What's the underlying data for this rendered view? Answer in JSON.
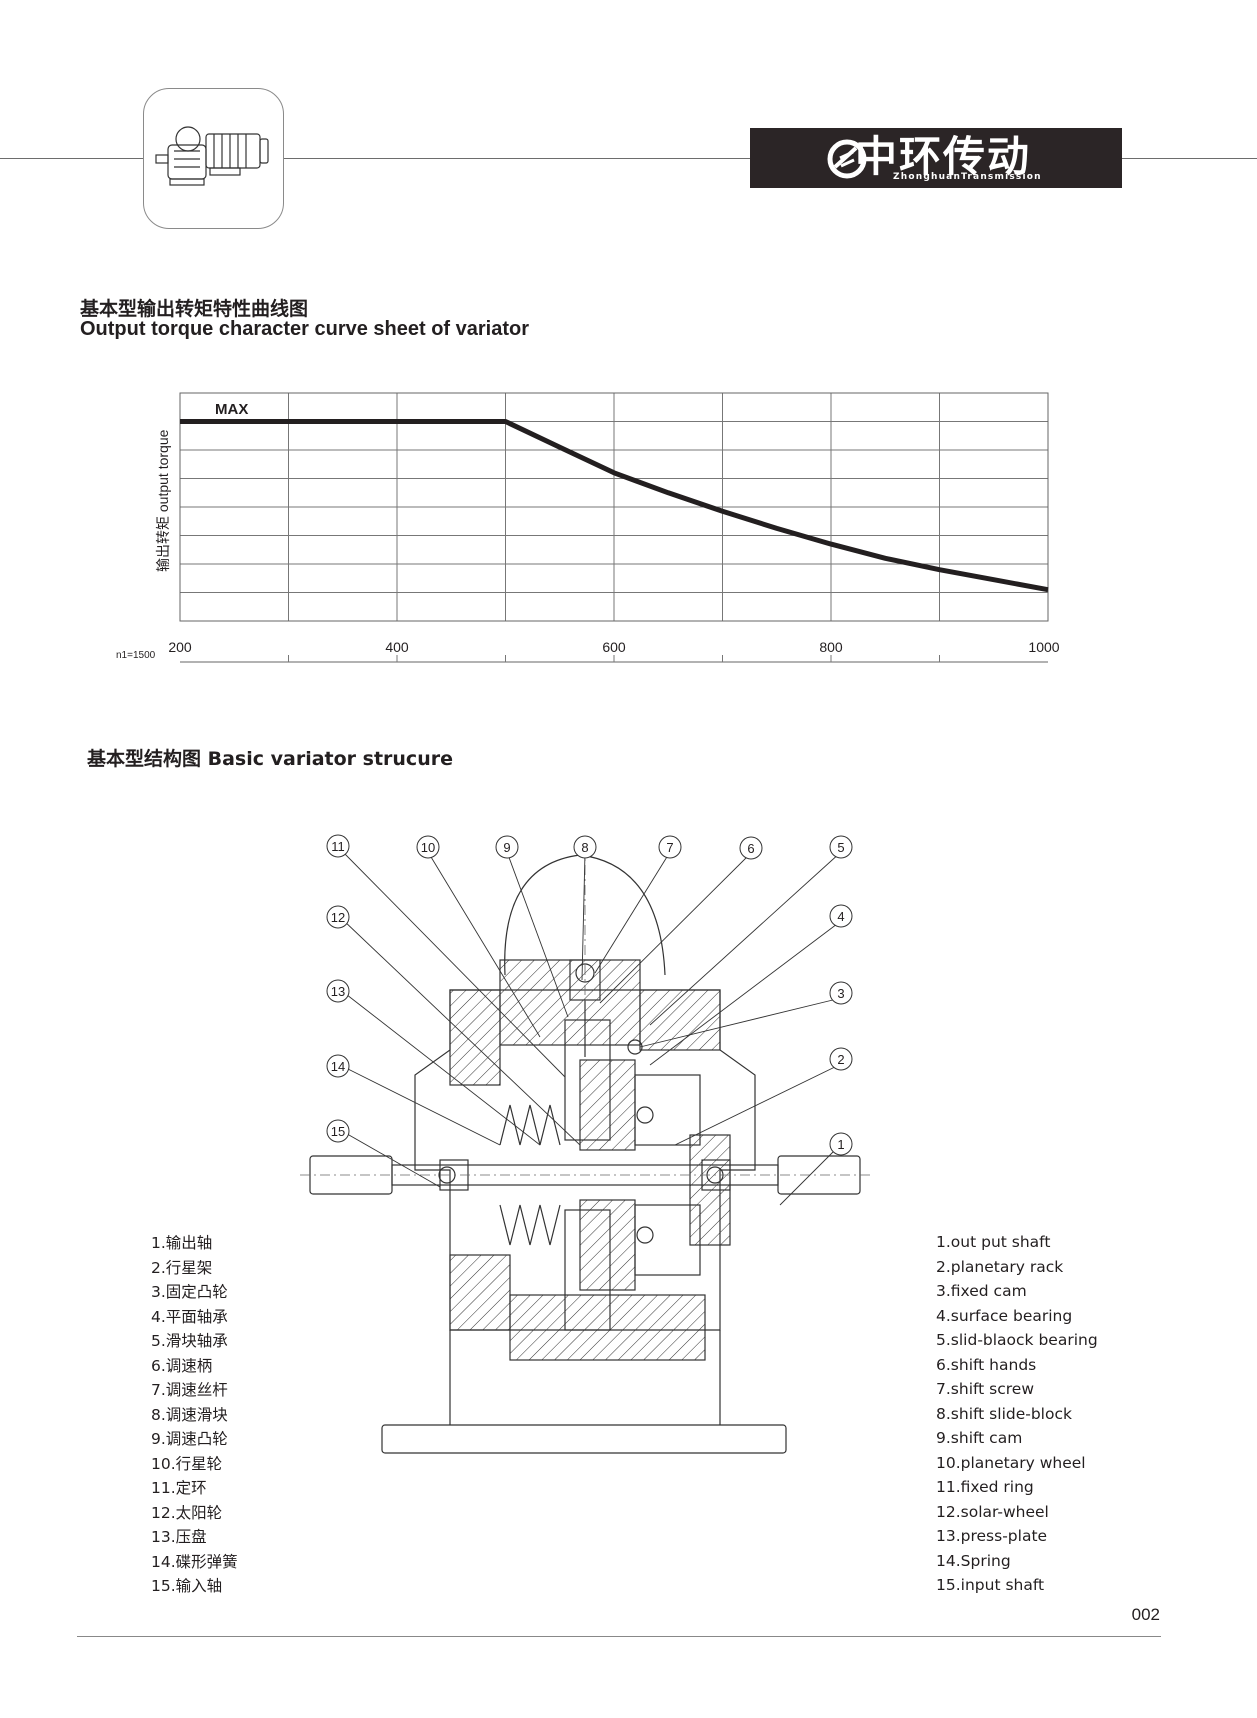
{
  "logo": {
    "cn": "中环传动",
    "en": "ZhonghuanTransmission"
  },
  "chart": {
    "title_cn": "基本型输出转矩特性曲线图",
    "title_en": "Output torque character curve sheet of variator",
    "max_label": "MAX",
    "ylabel": "输出转矩 output torque",
    "n1_label": "n1=1500",
    "x_ticks": [
      "200",
      "400",
      "600",
      "800",
      "1000"
    ]
  },
  "chart_data": {
    "type": "line",
    "title": "Output torque character curve sheet of variator",
    "xlabel": "",
    "ylabel": "输出转矩 output torque",
    "xlim": [
      200,
      1000
    ],
    "ylim": [
      0,
      8
    ],
    "grid": true,
    "series": [
      {
        "x": [
          200,
          300,
          400,
          500,
          550,
          600,
          650,
          700,
          750,
          800,
          850,
          900,
          950,
          1000
        ],
        "y": [
          7,
          7,
          7,
          7,
          6.1,
          5.2,
          4.5,
          3.85,
          3.25,
          2.7,
          2.2,
          1.8,
          1.45,
          1.1
        ]
      }
    ]
  },
  "structure": {
    "title": "基本型结构图 Basic variator strucure",
    "callouts": [
      "11",
      "10",
      "9",
      "8",
      "7",
      "6",
      "5",
      "4",
      "3",
      "2",
      "1",
      "12",
      "13",
      "14",
      "15"
    ]
  },
  "parts_cn": [
    "1.输出轴",
    "2.行星架",
    "3.固定凸轮",
    "4.平面轴承",
    "5.滑块轴承",
    "6.调速柄",
    "7.调速丝杆",
    "8.调速滑块",
    "9.调速凸轮",
    "10.行星轮",
    "11.定环",
    "12.太阳轮",
    "13.压盘",
    "14.碟形弹簧",
    "15.输入轴"
  ],
  "parts_en": [
    "1.out put shaft",
    "2.planetary rack",
    "3.fixed cam",
    "4.surface bearing",
    "5.slid-blaock bearing",
    "6.shift hands",
    "7.shift screw",
    "8.shift slide-block",
    "9.shift cam",
    "10.planetary wheel",
    "11.fixed ring",
    "12.solar-wheel",
    "13.press-plate",
    "14.Spring",
    "15.input shaft"
  ],
  "page_number": "002"
}
